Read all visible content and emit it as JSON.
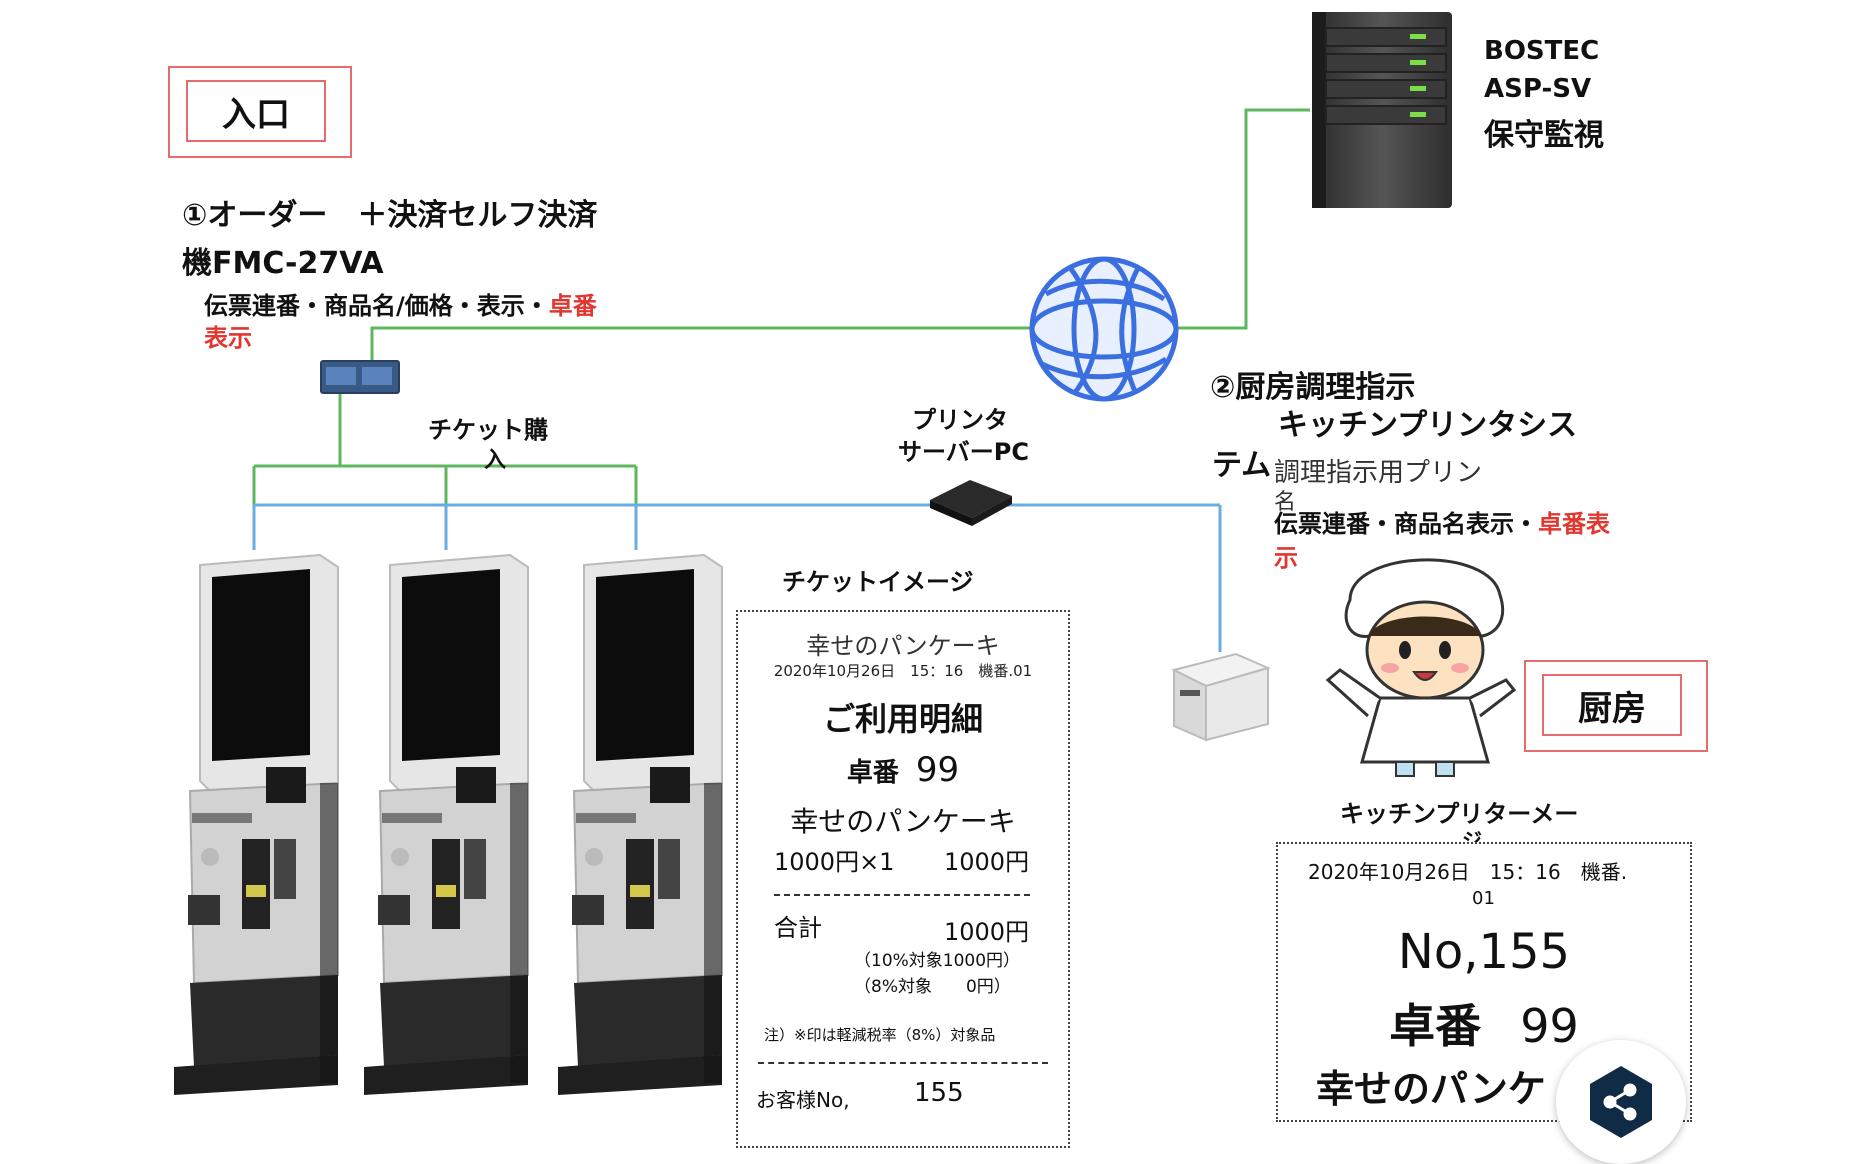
{
  "entrance": {
    "label": "入口"
  },
  "kitchen": {
    "label": "厨房"
  },
  "order_machine": {
    "title_line1": "①オーダー　＋決済セルフ決済",
    "title_line2": "機FMC-27VA",
    "desc_black": "伝票連番・商品名/価格・表示・",
    "desc_red1": "卓番",
    "desc_red2": "表示"
  },
  "ticket_purchase": {
    "line1": "チケット購",
    "line2": "入"
  },
  "printer_server": {
    "line1": "プリンタ",
    "line2": "サーバーPC"
  },
  "server": {
    "line1": "BOSTEC",
    "line2": "ASP-SV",
    "line3": "保守監視"
  },
  "kitchen_system": {
    "title1": "②厨房調理指示",
    "title2": "キッチンプリンタシス",
    "title3": "テム",
    "sub1": "調理指示用プリン",
    "sub2": "名",
    "desc_black": "伝票連番・商品名表示・",
    "desc_red1": "卓番表",
    "desc_red2": "示"
  },
  "ticket_image": {
    "heading": "チケットイメージ",
    "shop": "幸せのパンケーキ",
    "datetime": "2020年10月26日　15：16　機番.01",
    "title": "ご利用明細",
    "table_label": "卓番",
    "table_no": "99",
    "item": "幸せのパンケーキ",
    "item_qty": "1000円×1",
    "item_price": "1000円",
    "total_label": "合計",
    "total_value": "1000円",
    "tax10": "（10%対象1000円）",
    "tax8": "（8%対象　　0円）",
    "note": "注）※印は軽減税率（8%）対象品",
    "customer_label": "お客様No,",
    "customer_no": "155"
  },
  "kitchen_ticket": {
    "heading_line1": "キッチンプリターメー",
    "heading_line2": "ジ",
    "datetime": "2020年10月26日　15：16　機番.",
    "machine_no": "01",
    "order_no": "No,155",
    "table_label": "卓番",
    "table_no": "99",
    "item": "幸せのパンケ"
  },
  "colors": {
    "green_line": "#5cb85c",
    "blue_line": "#6aaee0",
    "red_text": "#e0372f",
    "box_border": "#e46c6c"
  }
}
